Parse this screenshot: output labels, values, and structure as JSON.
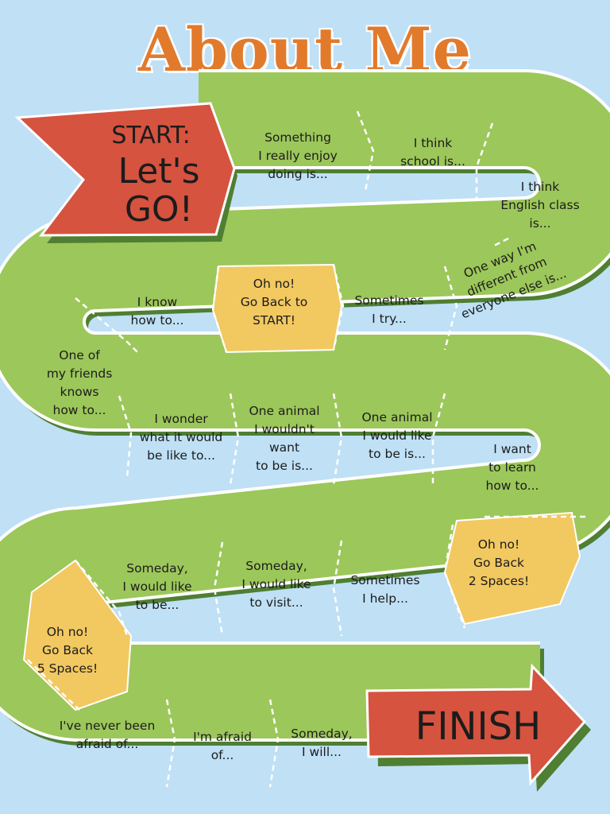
{
  "title": "About Me",
  "colors": {
    "background": "#bfe0f5",
    "path": "#9cc75a",
    "shadow": "#4f7f32",
    "penalty": "#f2c860",
    "start_finish": "#d6533f",
    "title": "#e27a2c"
  },
  "start": {
    "line1": "START:",
    "line2": "Let's",
    "line3": "GO!"
  },
  "finish": {
    "label": "FINISH"
  },
  "spaces": [
    {
      "lines": [
        "Something",
        "I really enjoy",
        "doing is..."
      ]
    },
    {
      "lines": [
        "I think",
        "school is..."
      ]
    },
    {
      "lines": [
        "I think",
        "English class",
        "is..."
      ]
    },
    {
      "lines": [
        "One way I'm",
        "different from",
        "everyone else is..."
      ]
    },
    {
      "lines": [
        "Sometimes",
        "I try..."
      ]
    },
    {
      "lines": [
        "Oh no!",
        "Go Back to",
        "START!"
      ]
    },
    {
      "lines": [
        "I know",
        "how to..."
      ]
    },
    {
      "lines": [
        "One of",
        "my friends",
        "knows",
        "how to..."
      ]
    },
    {
      "lines": [
        "I wonder",
        "what it would",
        "be like to..."
      ]
    },
    {
      "lines": [
        "One animal",
        "I wouldn't",
        "want",
        "to be is..."
      ]
    },
    {
      "lines": [
        "One animal",
        "I would like",
        "to be is..."
      ]
    },
    {
      "lines": [
        "I want",
        "to learn",
        "how to..."
      ]
    },
    {
      "lines": [
        "Oh no!",
        "Go Back",
        "2 Spaces!"
      ]
    },
    {
      "lines": [
        "Sometimes",
        "I help..."
      ]
    },
    {
      "lines": [
        "Someday,",
        "I would like",
        "to visit..."
      ]
    },
    {
      "lines": [
        "Someday,",
        "I would like",
        "to be..."
      ]
    },
    {
      "lines": [
        "Oh no!",
        "Go Back",
        "5 Spaces!"
      ]
    },
    {
      "lines": [
        "I've never been",
        "afraid of..."
      ]
    },
    {
      "lines": [
        "I'm afraid",
        "of..."
      ]
    },
    {
      "lines": [
        "Someday,",
        "I will..."
      ]
    }
  ]
}
